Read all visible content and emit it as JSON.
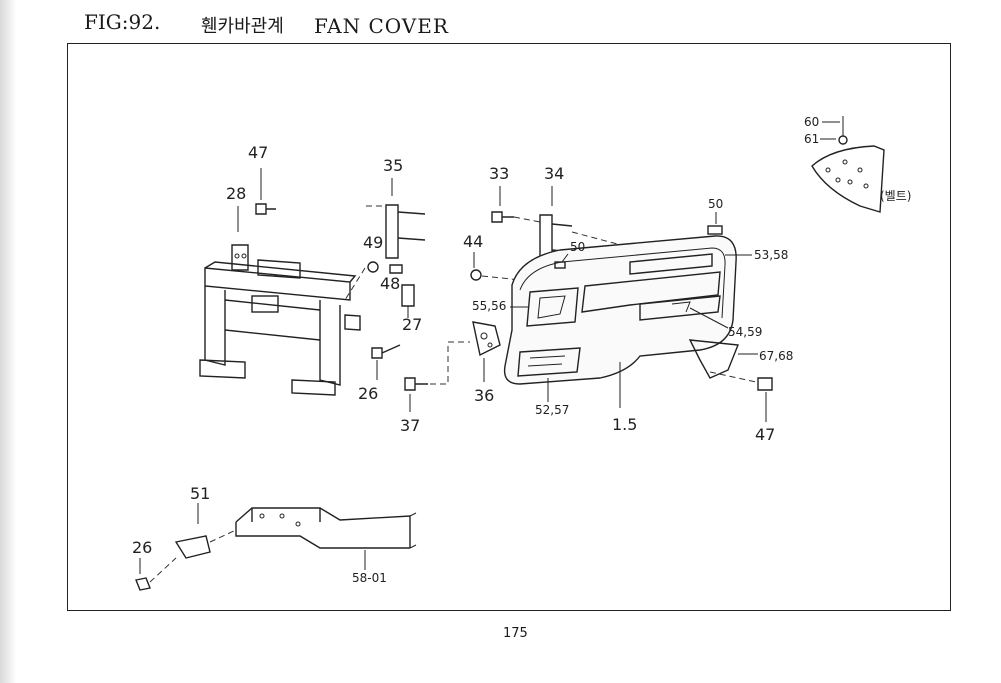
{
  "header": {
    "fig_label": "FIG:92.",
    "korean_title": "휀카바관계",
    "english_title": "FAN COVER"
  },
  "callouts": {
    "c47a": "47",
    "c28": "28",
    "c35": "35",
    "c49": "49",
    "c48": "48",
    "c27": "27",
    "c26a": "26",
    "c37": "37",
    "c36": "36",
    "c33": "33",
    "c34": "34",
    "c44": "44",
    "c50a": "50",
    "c50b": "50",
    "c5358": "53,58",
    "c5556": "55,56",
    "c5459": "54,59",
    "c6768": "67,68",
    "c5257": "52,57",
    "c15": "1.5",
    "c47b": "47",
    "c60": "60",
    "c61": "61",
    "c51": "51",
    "c26b": "26",
    "c5801": "58-01",
    "belt_note": "(벨트)"
  },
  "footer": {
    "page_number": "175"
  }
}
